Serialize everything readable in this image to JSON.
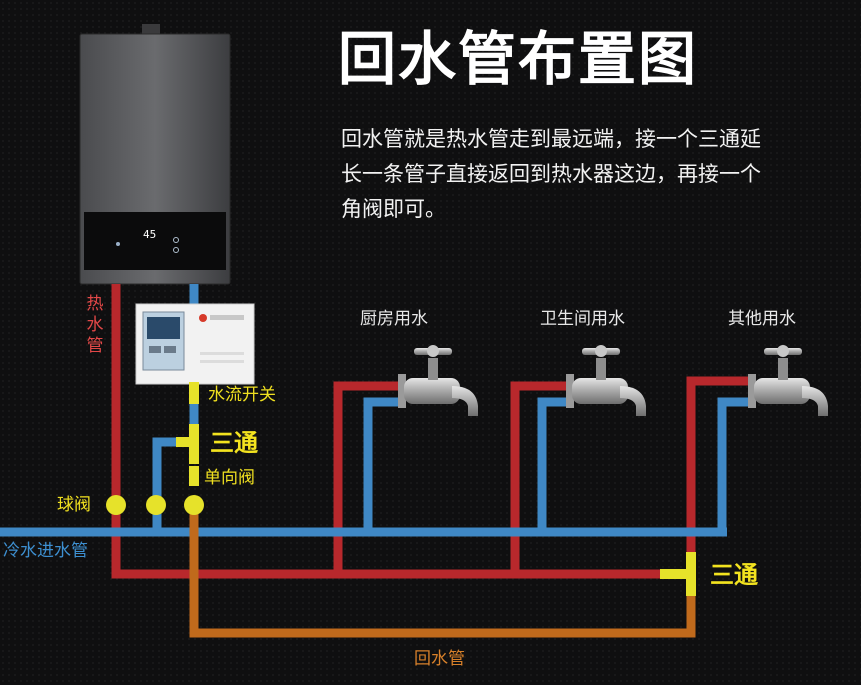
{
  "title": "回水管布置图",
  "description": "回水管就是热水管走到最远端，接一个三通延长一条管子直接返回到热水器这边，再接一个角阀即可。",
  "heater": {
    "display": "45"
  },
  "taps": [
    {
      "label": "厨房用水"
    },
    {
      "label": "卫生间用水"
    },
    {
      "label": "其他用水"
    }
  ],
  "labels": {
    "hot_pipe": "热水管",
    "flow_switch": "水流开关",
    "tee_top": "三通",
    "check_valve": "单向阀",
    "ball_valve": "球阀",
    "cold_inlet": "冷水进水管",
    "tee_bottom": "三通",
    "return_pipe": "回水管"
  },
  "colors": {
    "hot": "#b8282c",
    "cold": "#3f88c5",
    "return": "#c06a1c",
    "marker": "#e6e22a"
  }
}
